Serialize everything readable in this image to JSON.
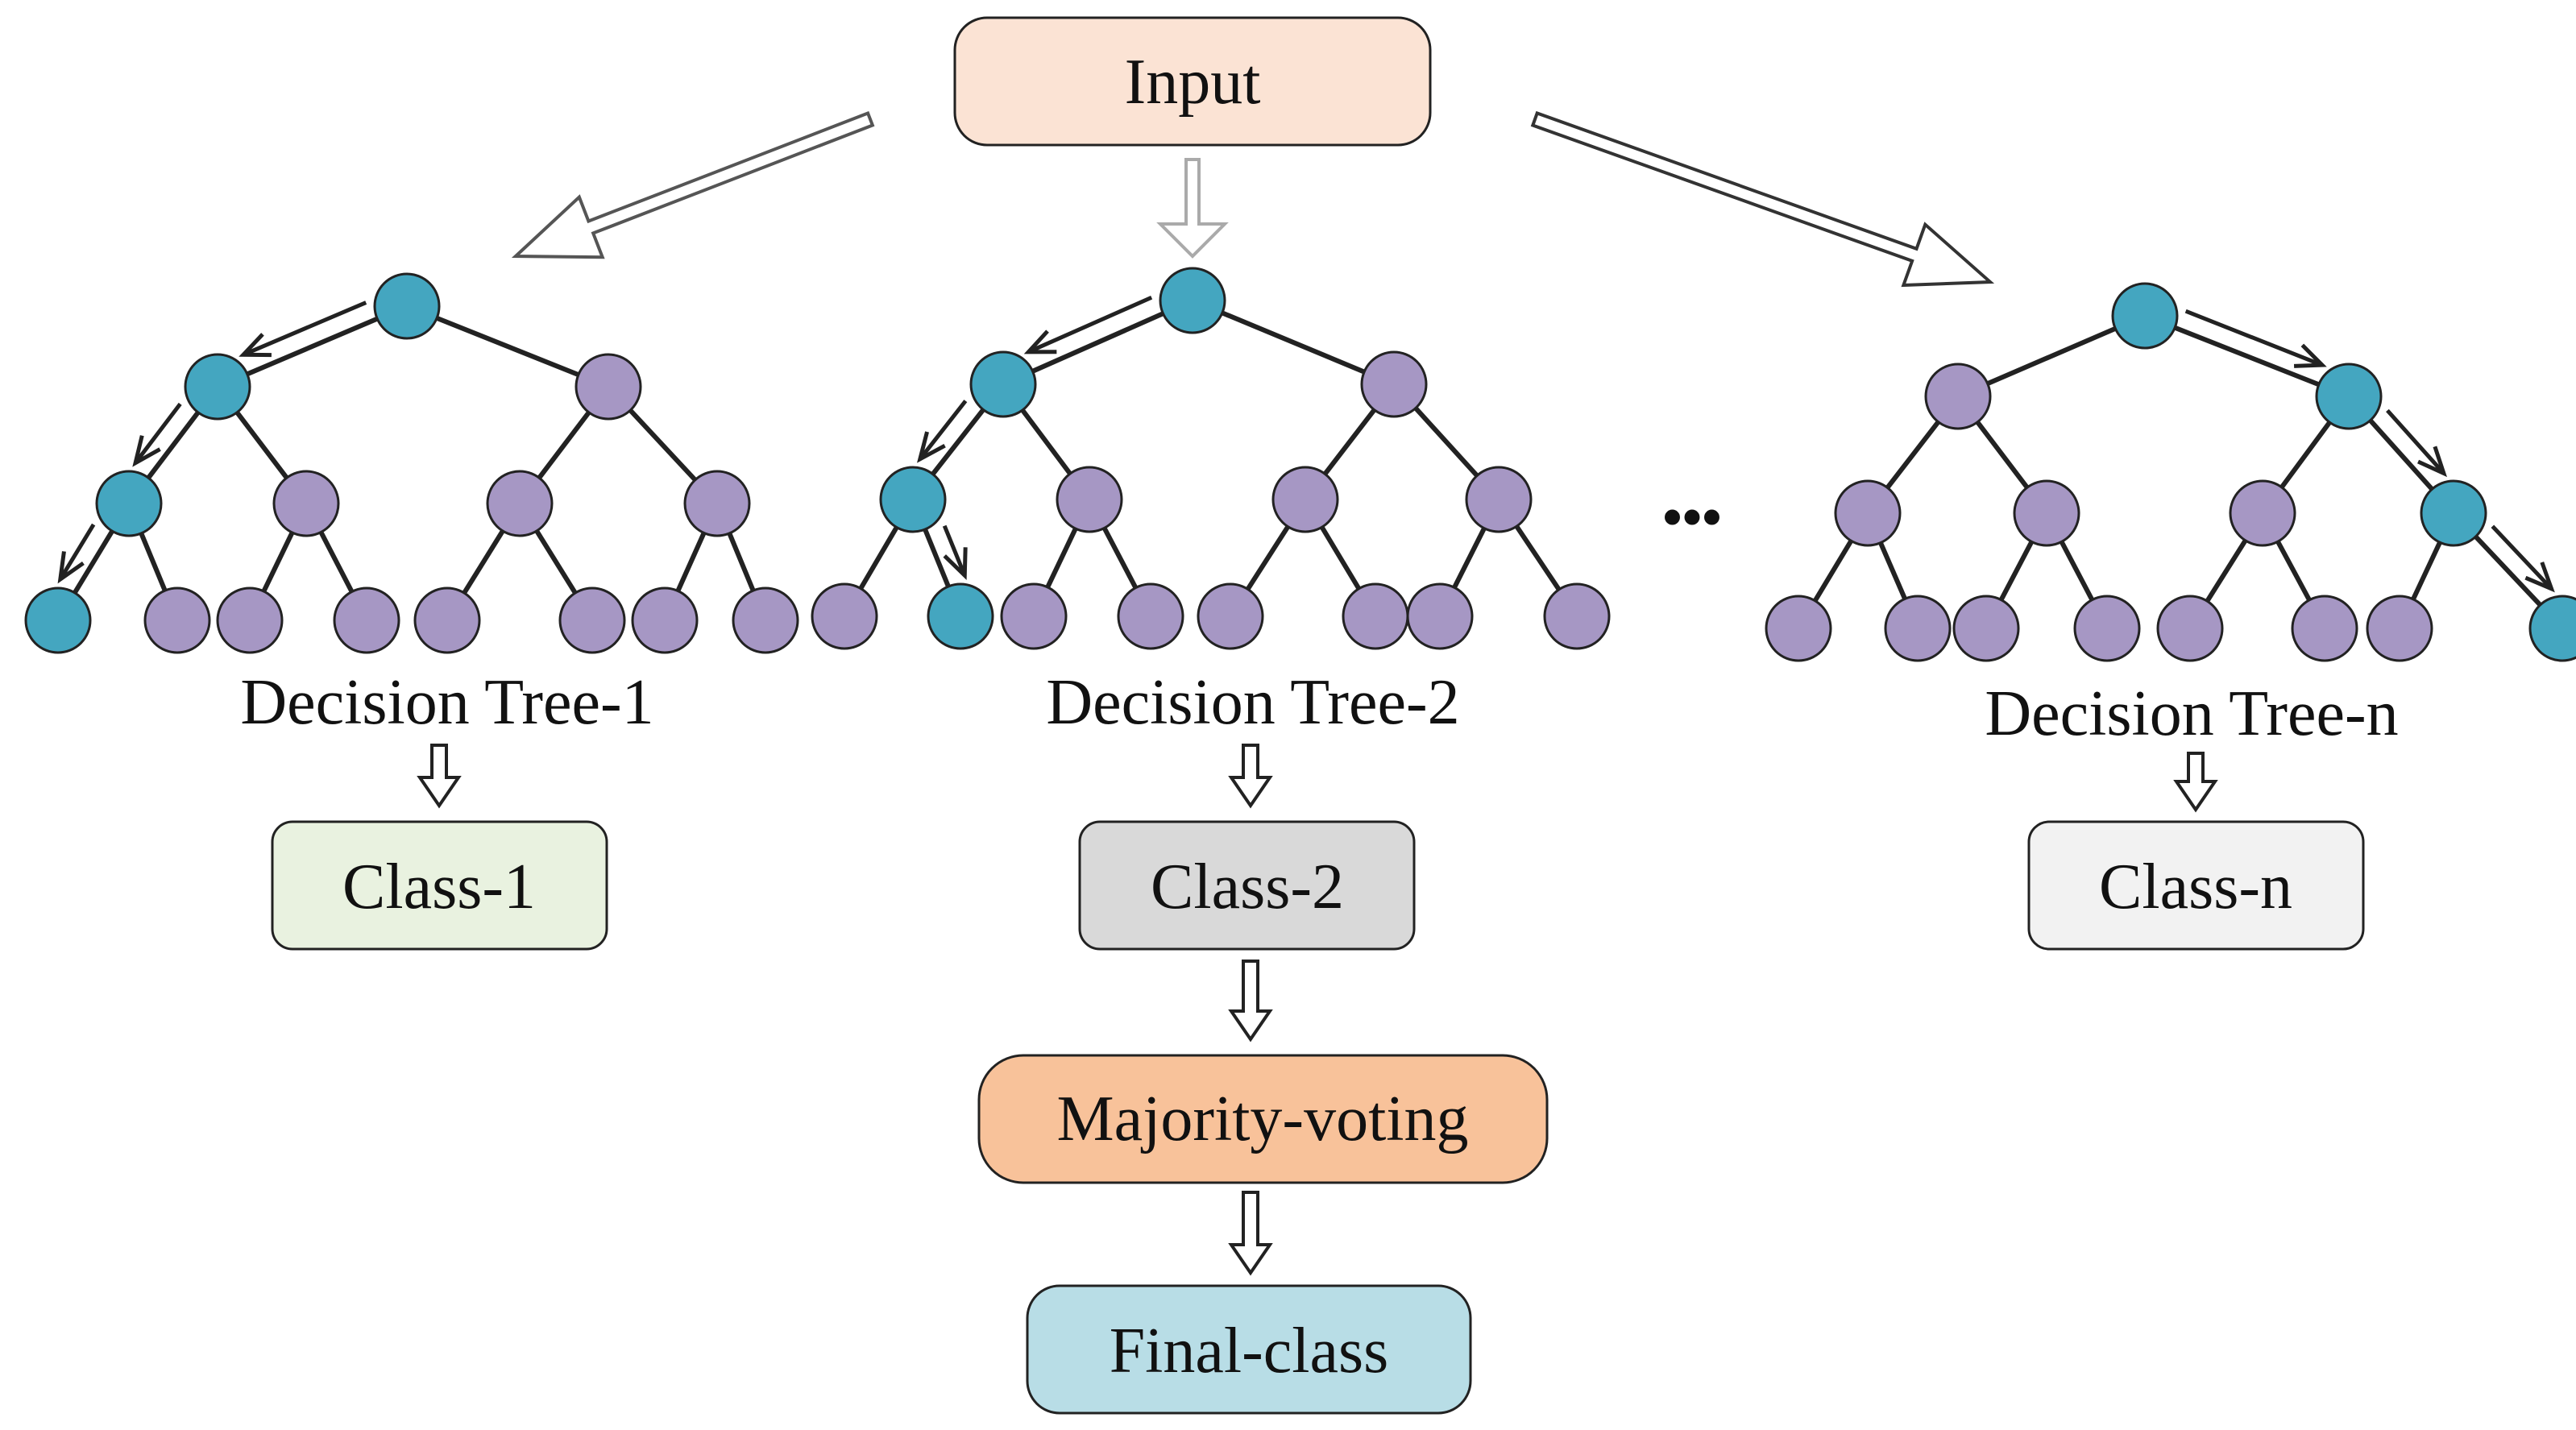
{
  "input": {
    "label": "Input",
    "fill": "#fbe3d4"
  },
  "trees": [
    {
      "label": "Decision Tree-1",
      "class_label": "Class-1",
      "class_fill": "#e9f2e0"
    },
    {
      "label": "Decision Tree-2",
      "class_label": "Class-2",
      "class_fill": "#d9d9d9"
    },
    {
      "label": "Decision Tree-n",
      "class_label": "Class-n",
      "class_fill": "#f2f2f2"
    }
  ],
  "ellipsis": "•••",
  "majority": {
    "label": "Majority-voting",
    "fill": "#f8c29a"
  },
  "final": {
    "label": "Final-class",
    "fill": "#b8dde6"
  },
  "colors": {
    "active_node": "#44a6c0",
    "inactive_node": "#a697c4",
    "outline": "#222222"
  }
}
